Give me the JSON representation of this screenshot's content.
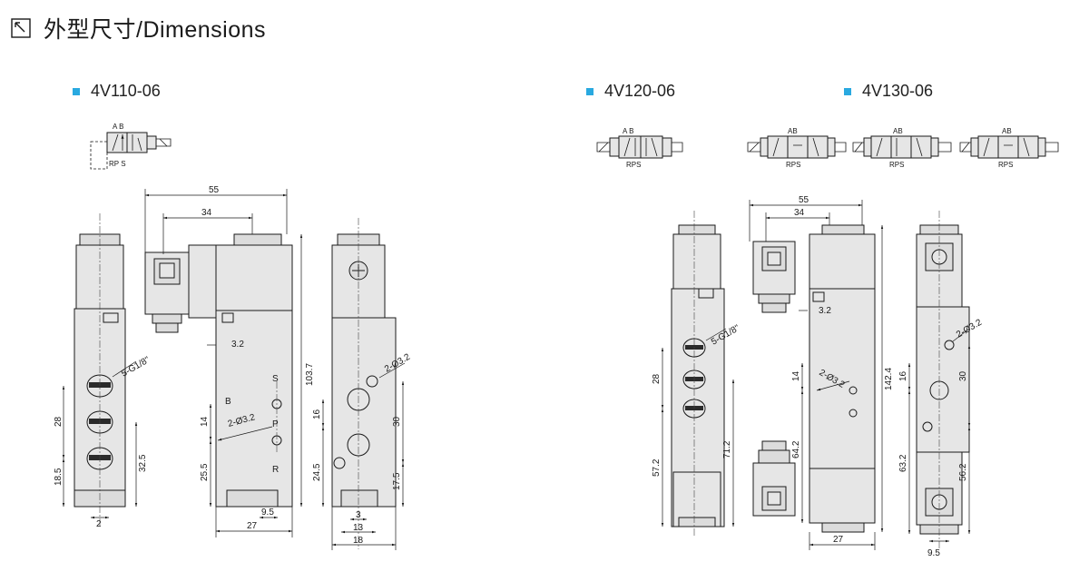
{
  "header": {
    "icon": "diagram-corner-icon",
    "title": "外型尺寸/Dimensions"
  },
  "models": [
    {
      "label": "4V110-06"
    },
    {
      "label": "4V120-06"
    },
    {
      "label": "4V130-06"
    }
  ],
  "symbol_labels": {
    "ab": "A B",
    "rps_1": "RP S",
    "rps": "RPS",
    "ab_wide": "AB"
  },
  "port_letters": {
    "s": "S",
    "p": "P",
    "r": "R",
    "b": "B"
  },
  "dims_4v110": {
    "width_total": "55",
    "width_coil": "34",
    "height_total": "103.7",
    "screw_offset": "3.2",
    "port_pitch": "28",
    "port_low": "18.5",
    "body_h": "32.5",
    "hole_pitch": "14",
    "side_h": "25.5",
    "body_w": "27",
    "hole_d": "9.5",
    "base_w": "2",
    "right_16": "16",
    "right_30": "30",
    "right_245": "24.5",
    "right_175": "17.5",
    "right_3": "3",
    "right_13": "13",
    "right_18": "18",
    "thread": "5-G1/8\"",
    "mount_hole_a": "2-Ø3.2",
    "mount_hole_b": "2-Ø3.2"
  },
  "dims_4v120": {
    "width_total": "55",
    "width_coil": "34",
    "height_total": "142.4",
    "screw_offset": "3.2",
    "port_pitch": "28",
    "left_572": "57.2",
    "left_712": "71.2",
    "hole_pitch": "14",
    "center_642": "64.2",
    "body_w": "27",
    "thread": "5-G1/8\"",
    "mount_hole": "2-Ø3.2",
    "mount_hole_c": "2-Ø3.2",
    "right_16": "16",
    "right_30": "30",
    "right_632": "63.2",
    "right_562": "56.2",
    "hole_small": "9.5"
  }
}
